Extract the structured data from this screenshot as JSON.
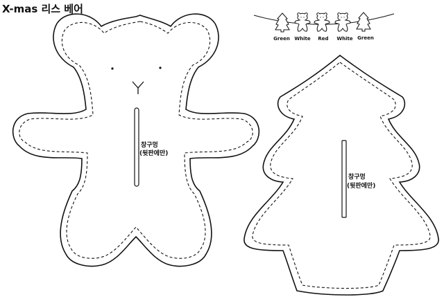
{
  "title": "X-mas 리스 베어",
  "garland": {
    "labels": [
      "Green",
      "White",
      "Red",
      "White",
      "Green"
    ]
  },
  "bear": {
    "slit_label_line1": "창구멍",
    "slit_label_line2": "(뒷판에만)"
  },
  "tree": {
    "slit_label_line1": "창구멍",
    "slit_label_line2": "(뒷판에만)"
  },
  "colors": {
    "line": "#111111",
    "background": "#ffffff"
  }
}
